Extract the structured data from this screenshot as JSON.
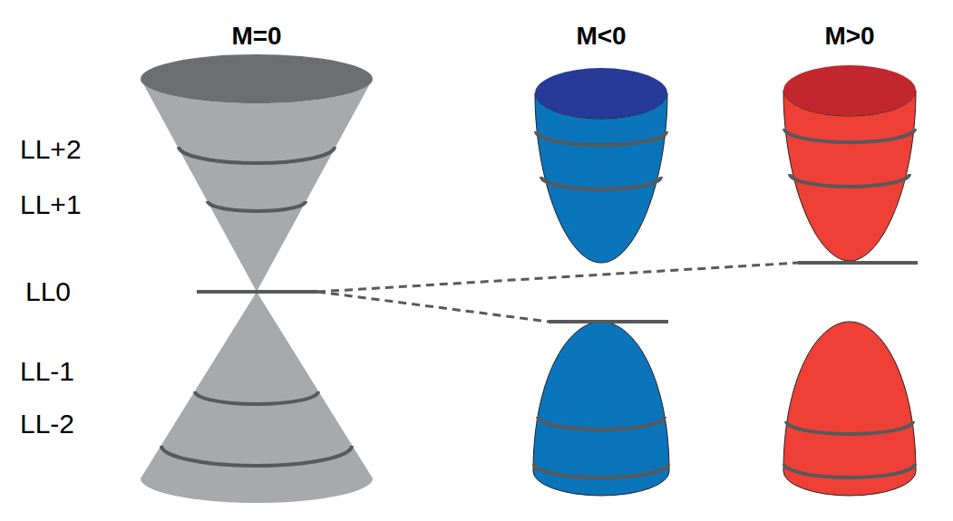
{
  "diagram": {
    "labels": [
      "M=0",
      "M<0",
      "M>0",
      "LL+2",
      "LL+1",
      "LL0",
      "LL-1",
      "LL-2"
    ]
  }
}
